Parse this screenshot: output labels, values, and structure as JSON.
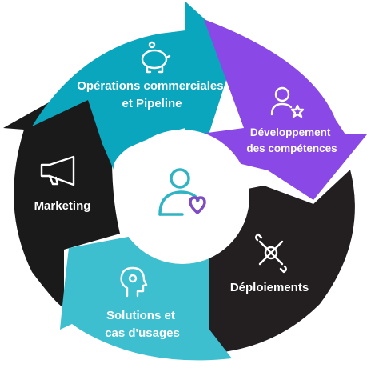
{
  "diagram": {
    "segments": [
      {
        "id": "ops",
        "label_lines": [
          "Opérations commerciales",
          "et Pipeline"
        ],
        "color": "#0aa6bd",
        "icon": "piggy-bank-icon"
      },
      {
        "id": "dev",
        "label_lines": [
          "Développement",
          "des compétences"
        ],
        "color": "#8a48e6",
        "icon": "user-star-icon"
      },
      {
        "id": "dep",
        "label_lines": [
          "Déploiements"
        ],
        "color": "#231f20",
        "icon": "tools-gear-icon"
      },
      {
        "id": "sol",
        "label_lines": [
          "Solutions et",
          "cas d'usages"
        ],
        "color": "#3dbfcf",
        "icon": "head-gear-icon"
      },
      {
        "id": "mkt",
        "label_lines": [
          "Marketing"
        ],
        "color": "#1a1a1a",
        "icon": "megaphone-icon"
      }
    ],
    "center": {
      "icon": "person-heart-icon",
      "icon_color": "#2fb4c4",
      "heart_color": "#7d4bc4"
    }
  }
}
